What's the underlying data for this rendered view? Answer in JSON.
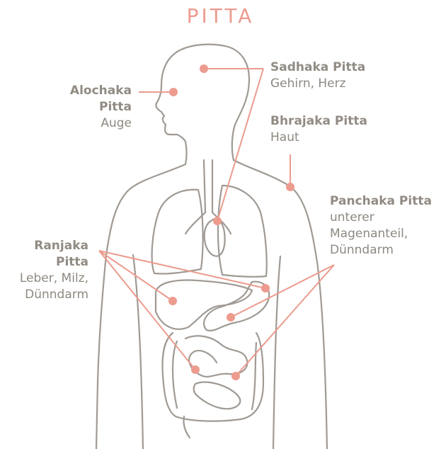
{
  "title": "PITTA",
  "colors": {
    "accent": "#ec9b8e",
    "body_outline": "#a09a94",
    "text": "#8e8880"
  },
  "labels": {
    "alochaka": {
      "name_1": "Alochaka",
      "name_2": "Pitta",
      "desc": "Auge"
    },
    "sadhaka": {
      "name": "Sadhaka Pitta",
      "desc": "Gehirn, Herz"
    },
    "bhrajaka": {
      "name": "Bhrajaka Pitta",
      "desc": "Haut"
    },
    "panchaka": {
      "name": "Panchaka Pitta",
      "desc_1": "unterer",
      "desc_2": "Magenanteil,",
      "desc_3": "Dünndarm"
    },
    "ranjaka": {
      "name_1": "Ranjaka",
      "name_2": "Pitta",
      "desc_1": "Leber, Milz,",
      "desc_2": "Dünndarm"
    }
  }
}
